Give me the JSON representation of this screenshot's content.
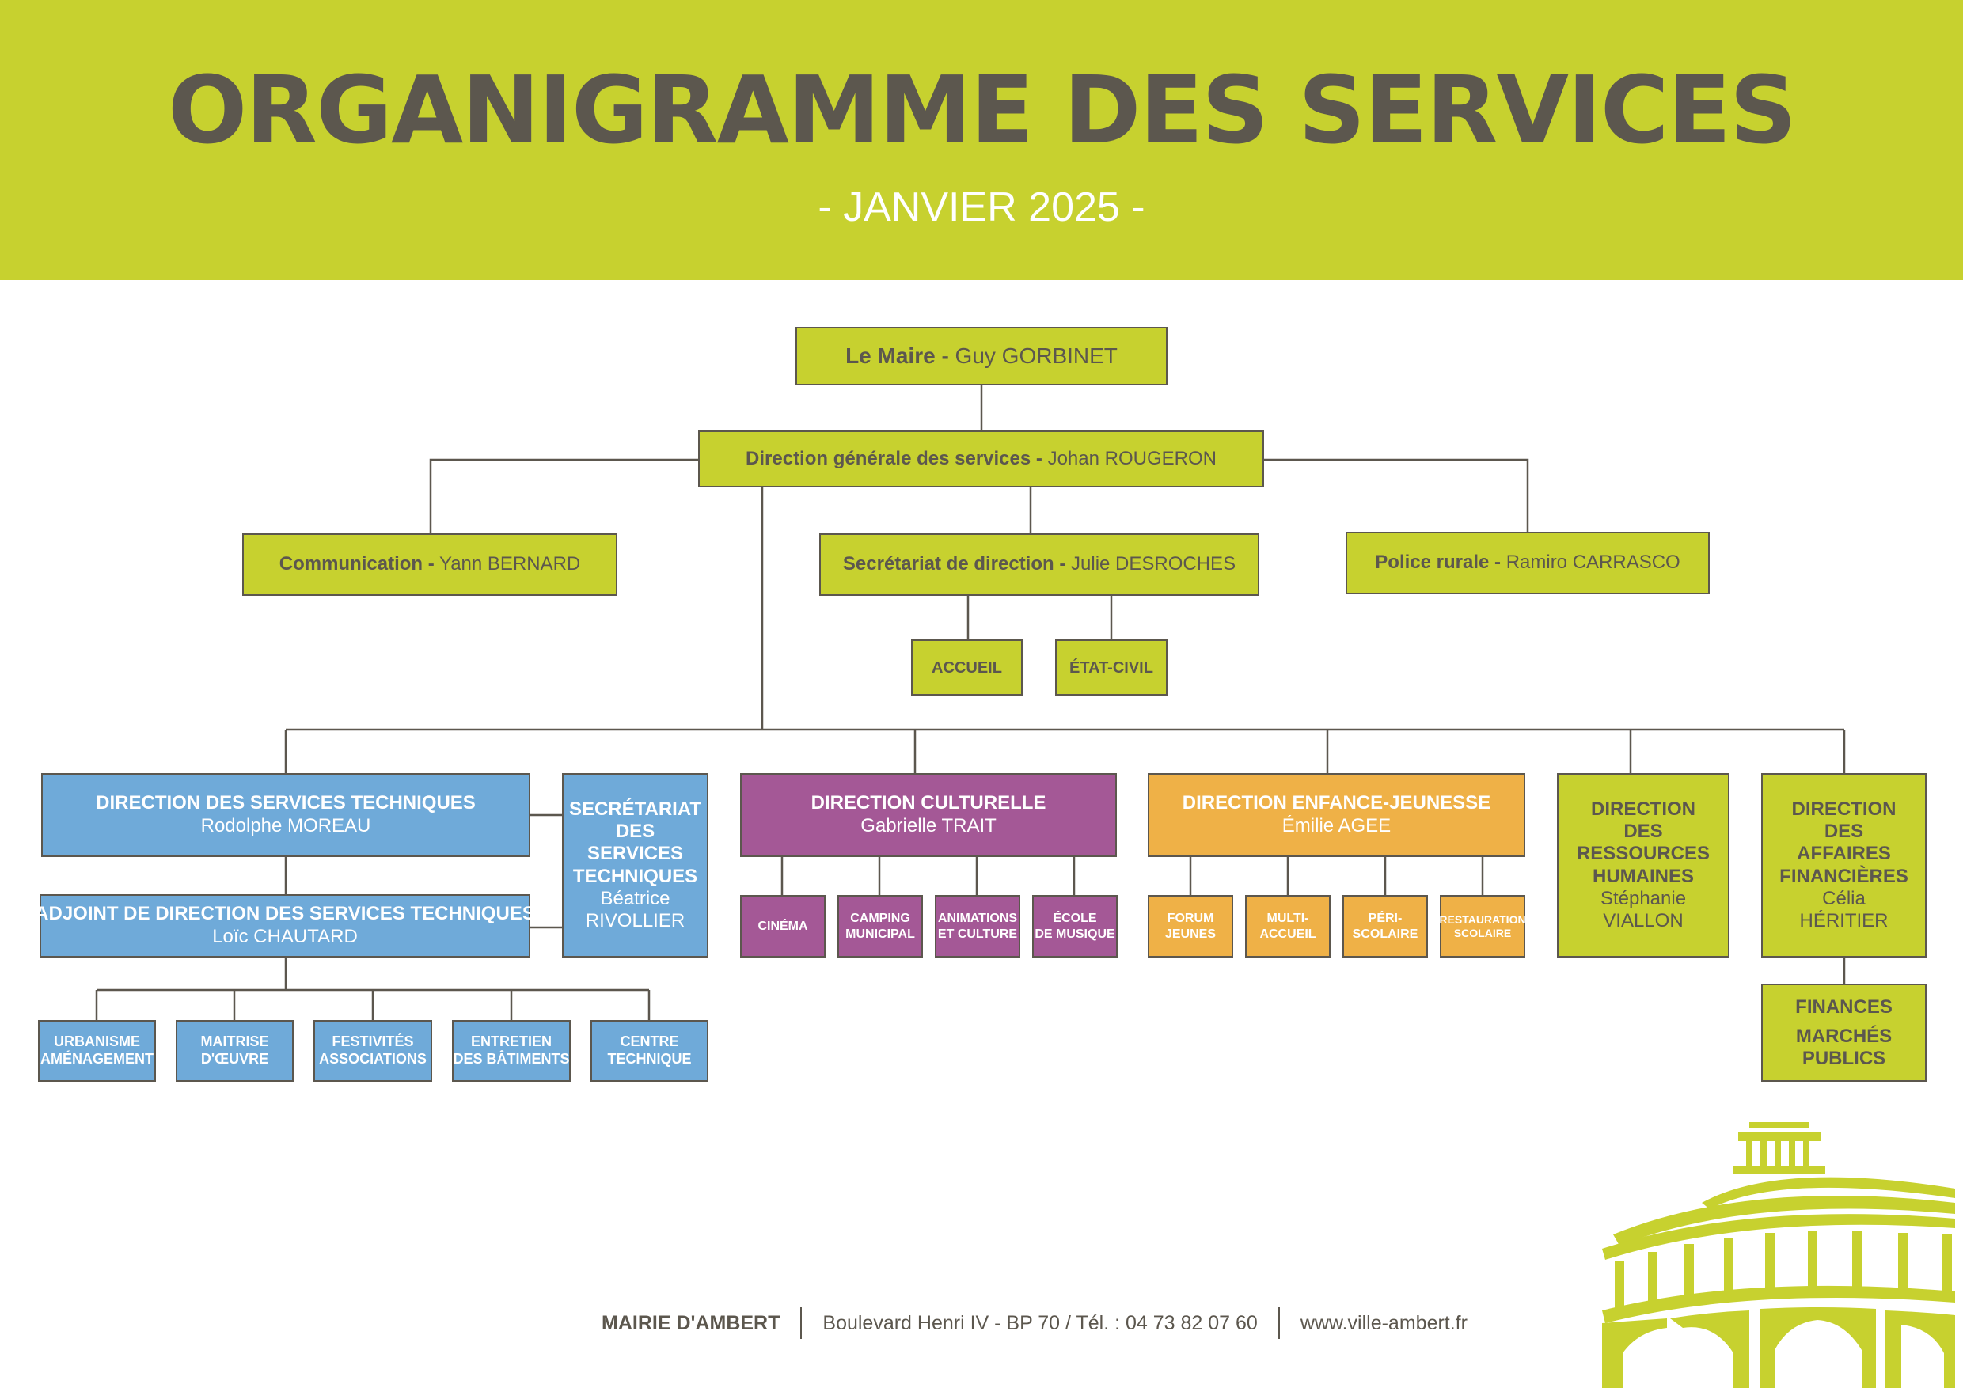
{
  "header": {
    "title": "ORGANIGRAMME DES SERVICES",
    "subtitle": "- JANVIER 2025 -"
  },
  "org": {
    "maire": {
      "role": "Le Maire -",
      "name": "Guy GORBINET"
    },
    "dgs": {
      "role": "Direction générale des services -",
      "name": "Johan ROUGERON"
    },
    "communication": {
      "role": "Communication -",
      "name": "Yann BERNARD"
    },
    "secretariat_direction": {
      "role": "Secrétariat de direction -",
      "name": "Julie DESROCHES"
    },
    "police": {
      "role": "Police rurale -",
      "name": "Ramiro CARRASCO"
    },
    "accueil": "ACCUEIL",
    "etat_civil": "ÉTAT-CIVIL",
    "dst": {
      "title": "DIRECTION DES SERVICES TECHNIQUES",
      "name": "Rodolphe MOREAU"
    },
    "adjoint_dst": {
      "title": "ADJOINT DE DIRECTION DES SERVICES TECHNIQUES",
      "name": "Loïc CHAUTARD"
    },
    "sec_st": {
      "lines": [
        "SECRÉTARIAT",
        "DES",
        "SERVICES",
        "TECHNIQUES"
      ],
      "name_lines": [
        "Béatrice",
        "RIVOLLIER"
      ]
    },
    "tech_services": [
      [
        "URBANISME",
        "AMÉNAGEMENT"
      ],
      [
        "MAITRISE",
        "D'ŒUVRE"
      ],
      [
        "FESTIVITÉS",
        "ASSOCIATIONS"
      ],
      [
        "ENTRETIEN",
        "DES BÂTIMENTS"
      ],
      [
        "CENTRE",
        "TECHNIQUE"
      ]
    ],
    "culture": {
      "title": "DIRECTION CULTURELLE",
      "name": "Gabrielle TRAIT"
    },
    "culture_services": [
      [
        "CINÉMA"
      ],
      [
        "CAMPING",
        "MUNICIPAL"
      ],
      [
        "ANIMATIONS",
        "ET CULTURE"
      ],
      [
        "ÉCOLE",
        "DE MUSIQUE"
      ]
    ],
    "enfance": {
      "title": "DIRECTION ENFANCE-JEUNESSE",
      "name": "Émilie AGEE"
    },
    "enfance_services": [
      [
        "FORUM",
        "JEUNES"
      ],
      [
        "MULTI-",
        "ACCUEIL"
      ],
      [
        "PÉRI-",
        "SCOLAIRE"
      ],
      [
        "RESTAURATION",
        "SCOLAIRE"
      ]
    ],
    "rh": {
      "lines": [
        "DIRECTION",
        "DES",
        "RESSOURCES",
        "HUMAINES"
      ],
      "name_lines": [
        "Stéphanie",
        "VIALLON"
      ]
    },
    "finances": {
      "lines": [
        "DIRECTION",
        "DES",
        "AFFAIRES",
        "FINANCIÈRES"
      ],
      "name_lines": [
        "Célia",
        "HÉRITIER"
      ]
    },
    "finances_services": [
      "FINANCES",
      "MARCHÉS",
      "PUBLICS"
    ]
  },
  "footer": {
    "mairie": "MAIRIE D'AMBERT",
    "address": "Boulevard Henri IV - BP 70 / Tél. : 04 73 82 07 60",
    "website": "www.ville-ambert.fr"
  },
  "colors": {
    "lime": "#c7d12f",
    "blue": "#6faad9",
    "purple": "#a45896",
    "orange": "#efb147",
    "text": "#5c574e"
  },
  "logo": {
    "icon": "town-hall-rotunda-icon"
  }
}
